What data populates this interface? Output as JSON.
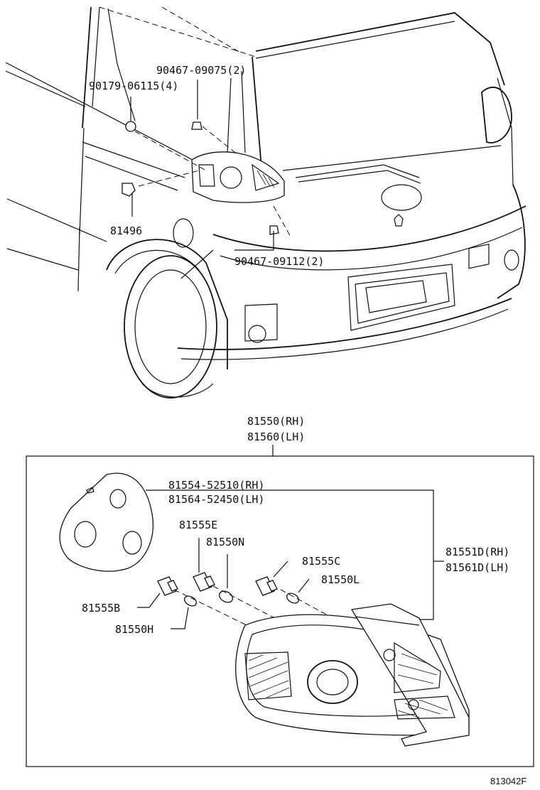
{
  "labels": {
    "clip_90467_09075": "90467-09075(2)",
    "nut_90179_06115": "90179-06115(4)",
    "part_81496": "81496",
    "clip_90467_09112": "90467-09112(2)",
    "lamp_assy_rh": "81550(RH)",
    "lamp_assy_lh": "81560(LH)",
    "gasket_rh": "81554-52510(RH)",
    "gasket_lh": "81564-52450(LH)",
    "socket_81555E": "81555E",
    "bulb_81550N": "81550N",
    "socket_81555C": "81555C",
    "bulb_81550L": "81550L",
    "lens_rh": "81551D(RH)",
    "lens_lh": "81561D(LH)",
    "socket_81555B": "81555B",
    "bulb_81550H": "81550H",
    "diagram_code": "813042F"
  }
}
